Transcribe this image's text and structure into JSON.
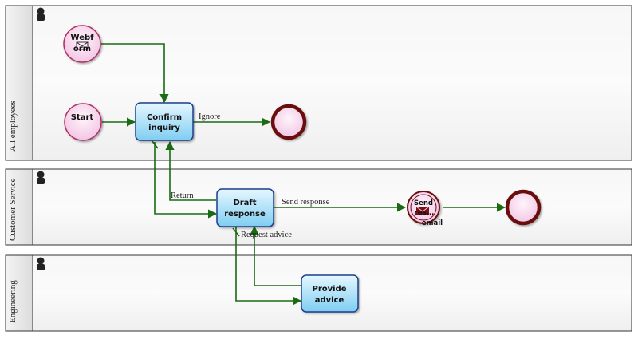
{
  "lanes": [
    {
      "id": "all",
      "label": "All employees"
    },
    {
      "id": "cs",
      "label": "Customer Service"
    },
    {
      "id": "eng",
      "label": "Engineering"
    }
  ],
  "nodes": {
    "webform": {
      "line1": "Webf",
      "line2": "orm"
    },
    "start": {
      "label": "Start"
    },
    "confirm": {
      "line1": "Confirm",
      "line2": "inquiry"
    },
    "draft": {
      "line1": "Draft",
      "line2": "response"
    },
    "send": {
      "line1": "Send",
      "line2": "res...",
      "sub": "email"
    },
    "advice": {
      "line1": "Provide",
      "line2": "advice"
    }
  },
  "edges": {
    "ignore": "Ignore",
    "return": "Return",
    "send_response": "Send response",
    "request_advice": "Request advice"
  },
  "colors": {
    "edge": "#1a6b12",
    "task_fill_top": "#e6f7ff",
    "task_fill_bottom": "#7fcdf1",
    "task_stroke": "#1c3f8a",
    "event_fill": "#f8d8ee",
    "start_stroke": "#b03060",
    "end_stroke": "#6b0a0f"
  }
}
